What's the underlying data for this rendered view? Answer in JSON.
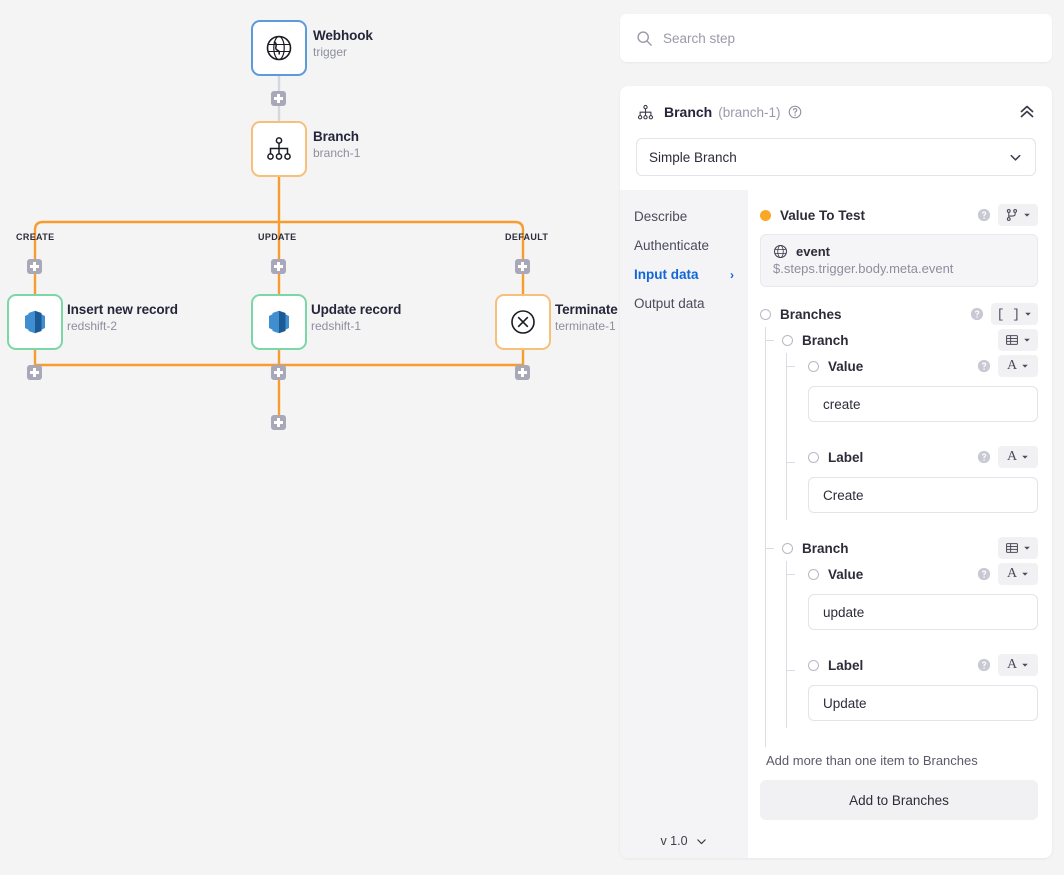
{
  "canvas": {
    "nodes": [
      {
        "id": "webhook",
        "title": "Webhook",
        "sub": "trigger",
        "icon": "globe-icon",
        "border": "blue"
      },
      {
        "id": "branch",
        "title": "Branch",
        "sub": "branch-1",
        "icon": "branch-icon",
        "border": "orange"
      },
      {
        "id": "redshift2",
        "title": "Insert new record",
        "sub": "redshift-2",
        "icon": "redshift-icon",
        "border": "green"
      },
      {
        "id": "redshift1",
        "title": "Update record",
        "sub": "redshift-1",
        "icon": "redshift-icon",
        "border": "green"
      },
      {
        "id": "terminate",
        "title": "Terminate",
        "sub": "terminate-1",
        "icon": "terminate-icon",
        "border": "orange"
      }
    ],
    "edge_labels": [
      "CREATE",
      "UPDATE",
      "DEFAULT"
    ],
    "colors": {
      "edge_orange": "#f79d30",
      "edge_grey": "#d6d6dd",
      "plus": "#a8a8b8"
    }
  },
  "search": {
    "placeholder": "Search step",
    "icon": "search-icon"
  },
  "panel": {
    "icon": "branch-icon",
    "title": "Branch",
    "id": "(branch-1)",
    "help_icon": "help-icon",
    "collapse_icon": "chevron-up-double-icon",
    "select_value": "Simple Branch",
    "select_icon": "chevron-down-icon",
    "nav": [
      {
        "label": "Describe",
        "active": false
      },
      {
        "label": "Authenticate",
        "active": false
      },
      {
        "label": "Input data",
        "active": true
      },
      {
        "label": "Output data",
        "active": false
      }
    ],
    "nav_arrow": "›",
    "version": "v 1.0",
    "version_icon": "chevron-down-icon"
  },
  "fields": {
    "value_to_test": {
      "label": "Value To Test",
      "required": true,
      "type_icon": "branch-type-icon",
      "pill": {
        "icon": "globe-icon",
        "name": "event",
        "path": "$.steps.trigger.body.meta.event"
      }
    },
    "branches": {
      "label": "Branches",
      "type_icon": "array-type-icon",
      "type_glyph": "[ ]",
      "items": [
        {
          "label": "Branch",
          "type_icon": "table-type-icon",
          "props": [
            {
              "label": "Value",
              "type_icon": "text-type-icon",
              "type_glyph": "A",
              "value": "create"
            },
            {
              "label": "Label",
              "type_icon": "text-type-icon",
              "type_glyph": "A",
              "value": "Create"
            }
          ]
        },
        {
          "label": "Branch",
          "type_icon": "table-type-icon",
          "props": [
            {
              "label": "Value",
              "type_icon": "text-type-icon",
              "type_glyph": "A",
              "value": "update"
            },
            {
              "label": "Label",
              "type_icon": "text-type-icon",
              "type_glyph": "A",
              "value": "Update"
            }
          ]
        }
      ],
      "hint": "Add more than one item to Branches",
      "add_button": "Add to Branches"
    }
  }
}
